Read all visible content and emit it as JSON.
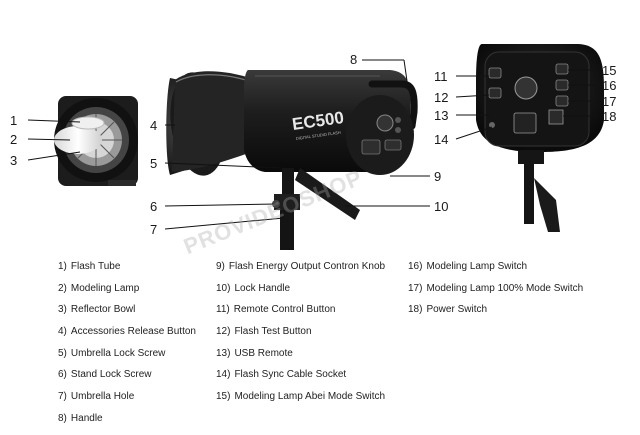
{
  "model_label": "EC500",
  "model_sublabel": "DIGITAL STUDIO FLASH",
  "watermark": "PROVIDEOSHOP",
  "callouts": [
    "1",
    "2",
    "3",
    "4",
    "5",
    "6",
    "7",
    "8",
    "9",
    "10",
    "11",
    "12",
    "13",
    "14",
    "15",
    "16",
    "17",
    "18"
  ],
  "legend": {
    "col1": [
      {
        "num": "1)",
        "label": "Flash Tube"
      },
      {
        "num": "2)",
        "label": "Modeling Lamp"
      },
      {
        "num": "3)",
        "label": "Reflector Bowl"
      },
      {
        "num": "4)",
        "label": "Accessories Release Button"
      },
      {
        "num": "5)",
        "label": "Umbrella Lock Screw"
      },
      {
        "num": "6)",
        "label": "Stand Lock Screw"
      },
      {
        "num": "7)",
        "label": "Umbrella Hole"
      },
      {
        "num": "8)",
        "label": "Handle"
      }
    ],
    "col2": [
      {
        "num": "9)",
        "label": "Flash Energy Output Contron Knob"
      },
      {
        "num": "10)",
        "label": "Lock Handle"
      },
      {
        "num": "11)",
        "label": "Remote Control Button"
      },
      {
        "num": "12)",
        "label": "Flash Test Button"
      },
      {
        "num": "13)",
        "label": "USB Remote"
      },
      {
        "num": "14)",
        "label": "Flash Sync Cable Socket"
      },
      {
        "num": "15)",
        "label": "Modeling Lamp Abei Mode Switch"
      }
    ],
    "col3": [
      {
        "num": "16)",
        "label": "Modeling Lamp Switch"
      },
      {
        "num": "17)",
        "label": "Modeling Lamp 100% Mode Switch"
      },
      {
        "num": "18)",
        "label": "Power Switch"
      }
    ]
  }
}
